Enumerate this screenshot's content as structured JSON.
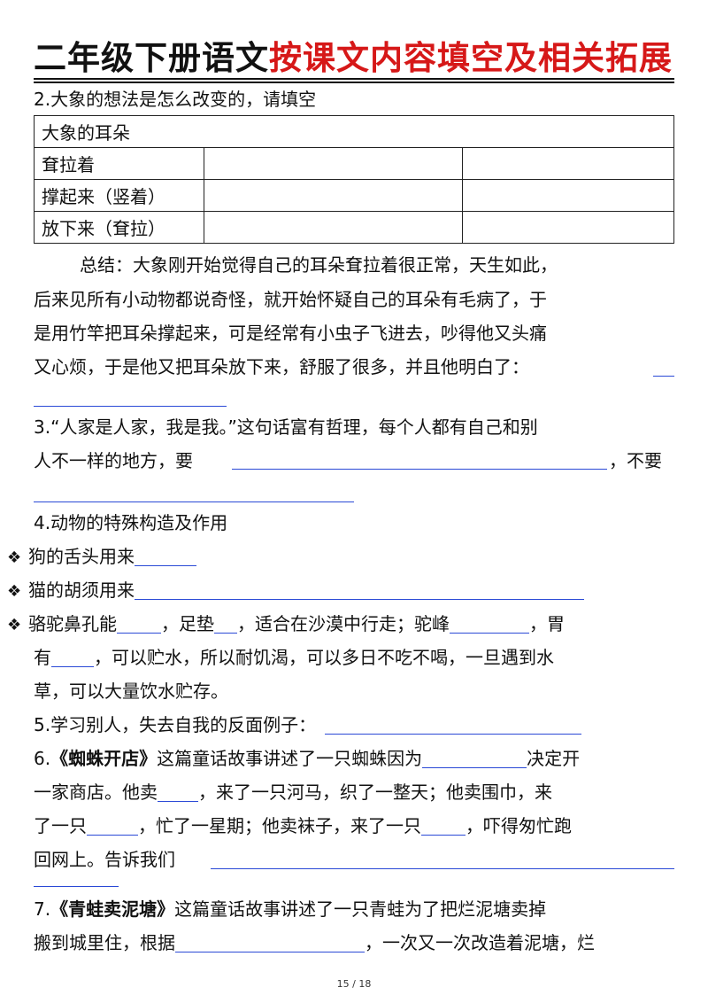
{
  "title": {
    "black": "二年级下册语文",
    "red": "按课文内容填空及相关拓展"
  },
  "section2": {
    "heading": "2.大象的想法是怎么改变的，请填空",
    "table": {
      "header": "大象的耳朵",
      "rows": [
        "耷拉着",
        "撑起来（竖着）",
        "放下来（耷拉）"
      ]
    },
    "summary": [
      "总结：大象刚开始觉得自己的耳朵耷拉着很正常，天生如此，",
      "后来见所有小动物都说奇怪，就开始怀疑自己的耳朵有毛病了，于",
      "是用竹竿把耳朵撑起来，可是经常有小虫子飞进去，吵得他又头痛",
      "又心烦，于是他又把耳朵放下来，舒服了很多，并且他明白了："
    ]
  },
  "section3": {
    "line1": "3.“人家是人家，我是我。”这句话富有哲理，每个人都有自己和别",
    "line2a": "人不一样的地方，要",
    "line2b": "，不要"
  },
  "section4": {
    "heading": "4.动物的特殊构造及作用",
    "bullet_symbol": "❖",
    "dog": "狗的舌头用来",
    "cat": "猫的胡须用来",
    "camel": {
      "a": "骆驼鼻孔能",
      "b": "，足垫",
      "c": "，适合在沙漠中行走；驼峰",
      "d": "，胃",
      "e": "有",
      "f": "，可以贮水，所以耐饥渴，可以多日不吃不喝，一旦遇到水",
      "g": "草，可以大量饮水贮存。"
    }
  },
  "section5": {
    "text": "5.学习别人，失去自我的反面例子："
  },
  "section6": {
    "num": "6.",
    "book": "《蜘蛛开店》",
    "a": "这篇童话故事讲述了一只蜘蛛因为",
    "b": "决定开",
    "c": "一家商店。他卖",
    "d": "，来了一只河马，织了一整天；他卖围巾，来",
    "e": "了一只",
    "f": "，忙了一星期；他卖袜子，来了一只",
    "g": "，吓得匆忙跑",
    "h": "回网上。告诉我们"
  },
  "section7": {
    "num": "7.",
    "book": "《青蛙卖泥塘》",
    "a": "这篇童话故事讲述了一只青蛙为了把烂泥塘卖掉",
    "b": "搬到城里住，根据",
    "c": "，一次又一次改造着泥塘，烂"
  },
  "footer": {
    "page": "15 / 18"
  },
  "colors": {
    "title_red": "#d61818",
    "blank_line": "#2a49d6"
  }
}
